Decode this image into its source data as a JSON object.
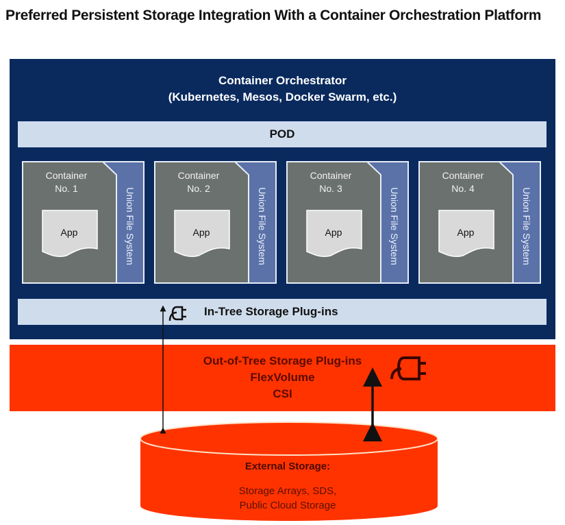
{
  "title": "Preferred Persistent Storage Integration With a Container Orchestration Platform",
  "orchestrator": {
    "line1": "Container Orchestrator",
    "line2": "(Kubernetes, Mesos, Docker Swarm, etc.)"
  },
  "pod": {
    "label": "POD"
  },
  "containers": [
    {
      "line1": "Container",
      "line2": "No. 1",
      "app": "App",
      "fs": "Union File System"
    },
    {
      "line1": "Container",
      "line2": "No. 2",
      "app": "App",
      "fs": "Union File System"
    },
    {
      "line1": "Container",
      "line2": "No. 3",
      "app": "App",
      "fs": "Union File System"
    },
    {
      "line1": "Container",
      "line2": "No. 4",
      "app": "App",
      "fs": "Union File System"
    }
  ],
  "in_tree": {
    "label": "In-Tree Storage Plug-ins",
    "icon": "plug-icon"
  },
  "out_of_tree": {
    "line1": "Out-of-Tree Storage Plug-ins",
    "line2": "FlexVolume",
    "line3": "CSI",
    "icon": "plug-icon"
  },
  "external_storage": {
    "title": "External Storage:",
    "line1": "Storage Arrays, SDS,",
    "line2": "Public Cloud Storage"
  },
  "colors": {
    "navy": "#0a2a5e",
    "light_blue": "#cfdcec",
    "container_gray": "#6b716e",
    "fs_blue": "#5a72a8",
    "red": "#ff3300"
  }
}
